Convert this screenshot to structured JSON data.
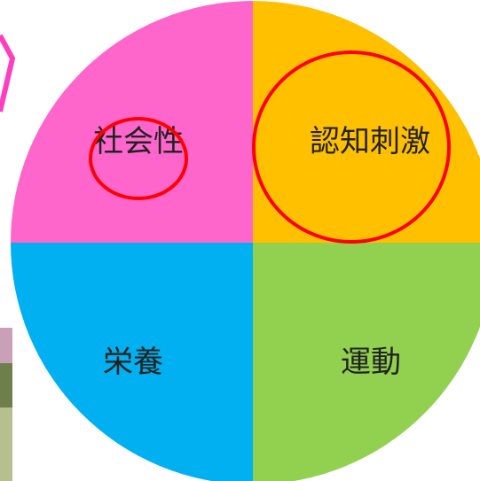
{
  "quadrants": [
    {
      "id": "top-left",
      "label": "社会性",
      "color": "#ff66cc"
    },
    {
      "id": "top-right",
      "label": "認知刺激",
      "color": "#ffc000"
    },
    {
      "id": "bottom-left",
      "label": "栄養",
      "color": "#00b0f0"
    },
    {
      "id": "bottom-right",
      "label": "運動",
      "color": "#92d050"
    }
  ],
  "annotations": {
    "circle_color": "#ff0000",
    "arrow_color": "#ff3fbf"
  }
}
